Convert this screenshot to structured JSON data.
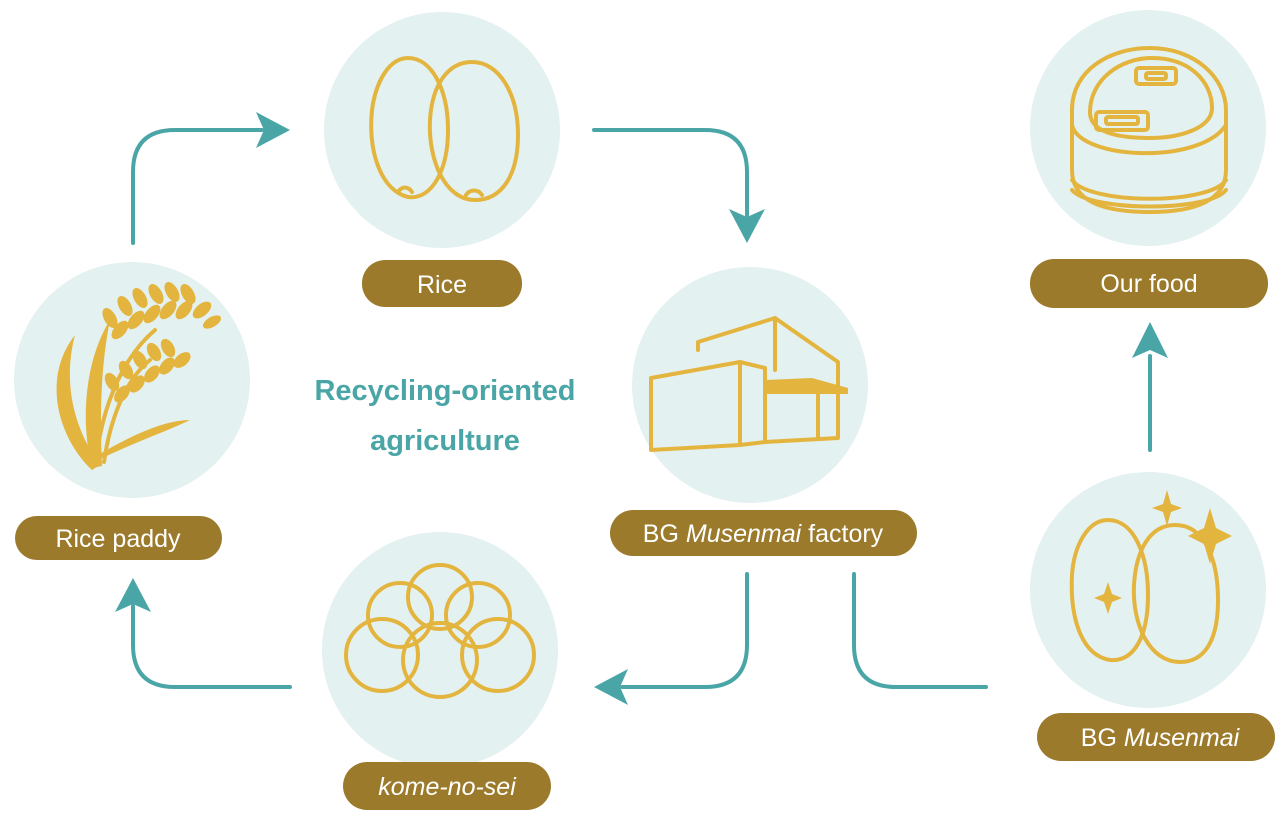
{
  "diagram": {
    "center_title": {
      "line1": "Recycling-oriented",
      "line2": "agriculture"
    },
    "nodes": {
      "rice_paddy": {
        "label": "Rice paddy",
        "icon": "rice-plant-icon"
      },
      "rice": {
        "label": "Rice",
        "icon": "rice-grains-icon"
      },
      "factory": {
        "label_plain": "BG ",
        "label_italic": "Musenmai",
        "label_rest": " factory",
        "icon": "factory-icon"
      },
      "kome_no_sei": {
        "label_italic": "kome-no-sei",
        "icon": "bran-pellets-icon"
      },
      "bg_musenmai": {
        "label_plain": "BG ",
        "label_italic": "Musenmai",
        "icon": "sparkling-rice-icon"
      },
      "our_food": {
        "label": "Our food",
        "icon": "rice-cooker-icon"
      }
    },
    "colors": {
      "circle": "#e4f1f1",
      "icon": "#e3b53e",
      "arrow": "#4aa5a6",
      "label_pill": "#9c7a2b",
      "label_text": "#ffffff"
    }
  }
}
